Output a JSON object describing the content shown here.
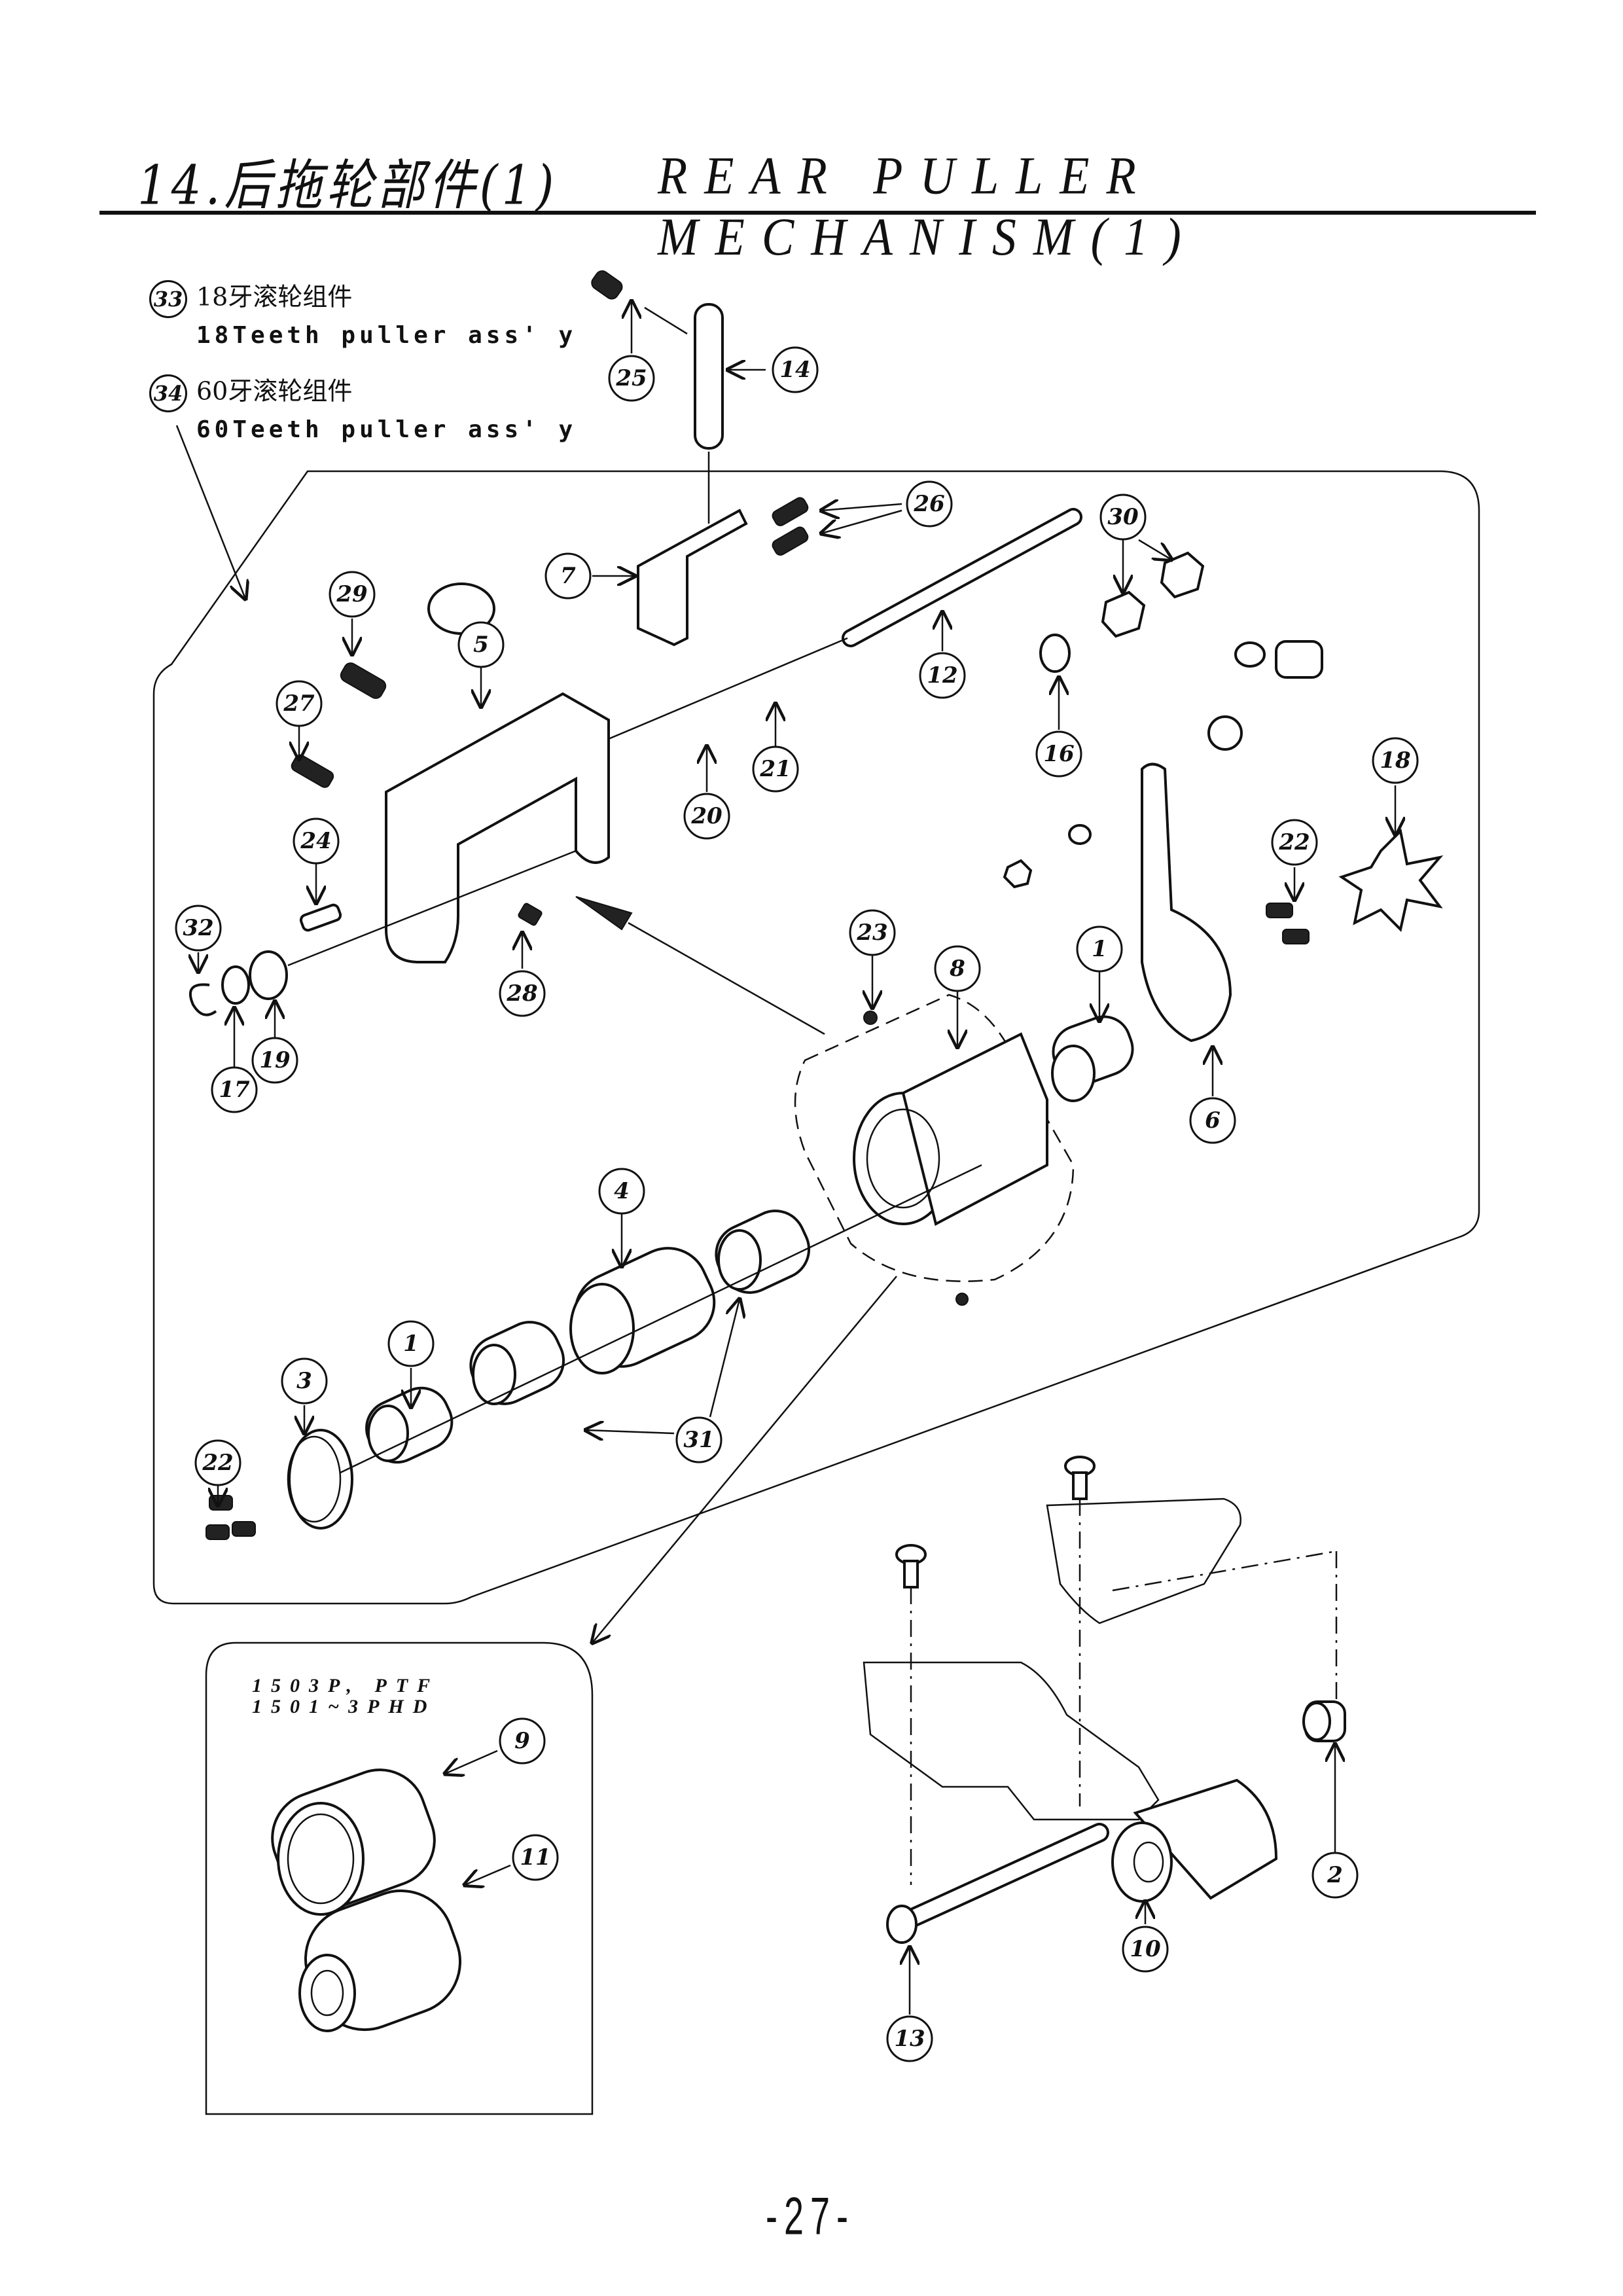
{
  "header": {
    "section_number": "14.",
    "title_zh": "后拖轮部件(1)",
    "title_en": "REAR PULLER MECHANISM(1)"
  },
  "assemblies": [
    {
      "number": "33",
      "name_zh": "18牙滚轮组件",
      "name_en": "18Teeth puller ass' y"
    },
    {
      "number": "34",
      "name_zh": "60牙滚轮组件",
      "name_en": "60Teeth puller ass' y"
    }
  ],
  "inset": {
    "models_line1": "1503P, PTF",
    "models_line2": "1501~3PHD",
    "callouts": [
      "9",
      "11"
    ]
  },
  "callouts": {
    "c1a": "1",
    "c1b": "1",
    "c2": "2",
    "c3": "3",
    "c4": "4",
    "c5": "5",
    "c6": "6",
    "c7": "7",
    "c8": "8",
    "c10": "10",
    "c12": "12",
    "c13": "13",
    "c14": "14",
    "c16": "16",
    "c17": "17",
    "c18": "18",
    "c19": "19",
    "c20": "20",
    "c21": "21",
    "c22a": "22",
    "c22b": "22",
    "c23": "23",
    "c24": "24",
    "c25": "25",
    "c26": "26",
    "c27": "27",
    "c28": "28",
    "c29": "29",
    "c30": "30",
    "c31": "31",
    "c32": "32",
    "c9": "9",
    "c11": "11"
  },
  "footer": {
    "page_number": "-27-"
  }
}
